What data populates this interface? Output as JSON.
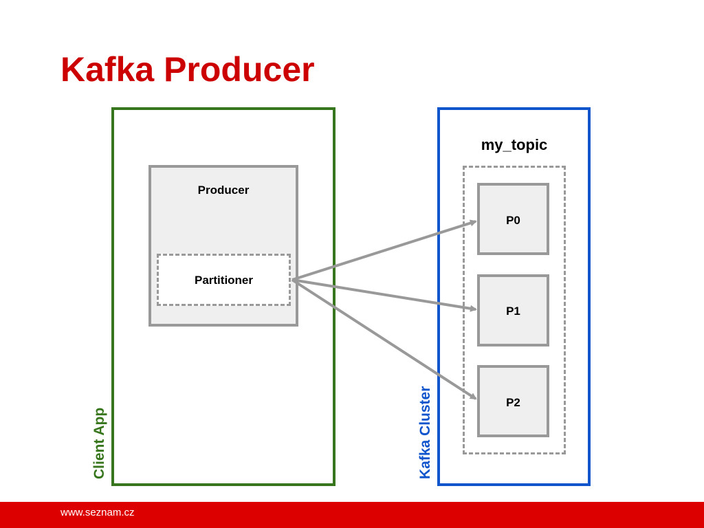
{
  "slide": {
    "title": "Kafka Producer",
    "footer_text": "www.seznam.cz",
    "colors": {
      "title": "#cc0000",
      "client_app": "#38761d",
      "kafka_cluster": "#1155cc",
      "box_border": "#999999",
      "box_fill": "#efefef",
      "footer": "#dd0000"
    }
  },
  "diagram": {
    "client_app_label": "Client App",
    "kafka_cluster_label": "Kafka Cluster",
    "producer_label": "Producer",
    "partitioner_label": "Partitioner",
    "topic_label": "my_topic",
    "partitions": [
      "P0",
      "P1",
      "P2"
    ],
    "edges": [
      {
        "from": "Partitioner",
        "to": "P0"
      },
      {
        "from": "Partitioner",
        "to": "P1"
      },
      {
        "from": "Partitioner",
        "to": "P2"
      }
    ]
  }
}
